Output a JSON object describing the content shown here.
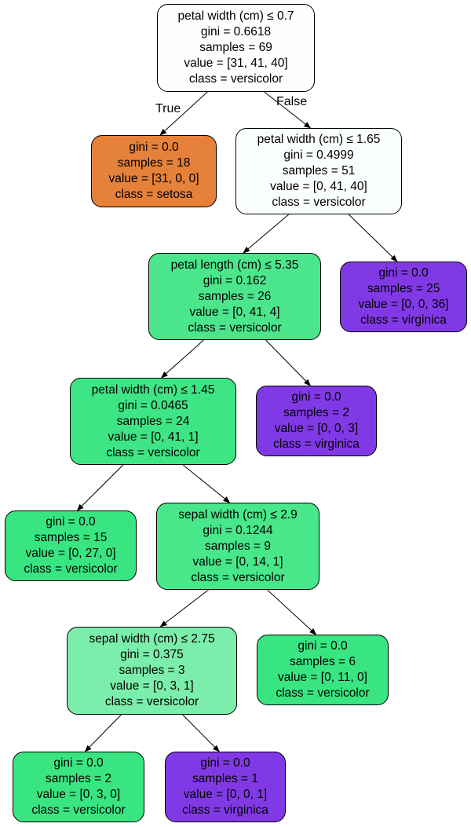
{
  "colors": {
    "white": "#fefefe",
    "setosa": "#e6813a",
    "versicolor_full": "#39e581",
    "versicolor_mid": "#48e58a",
    "versicolor_light": "#7ceeab",
    "virginica": "#8139e5"
  },
  "edge_labels": {
    "true": "True",
    "false": "False"
  },
  "nodes": [
    {
      "lines": [
        "petal width (cm) ≤ 0.7",
        "gini = 0.6618",
        "samples = 69",
        "value = [31, 41, 40]",
        "class = versicolor"
      ],
      "color": "#fefefe"
    },
    {
      "lines": [
        "gini = 0.0",
        "samples = 18",
        "value = [31, 0, 0]",
        "class = setosa"
      ],
      "color": "#e6813a"
    },
    {
      "lines": [
        "petal width (cm) ≤ 1.65",
        "gini = 0.4999",
        "samples = 51",
        "value = [0, 41, 40]",
        "class = versicolor"
      ],
      "color": "#fafefc"
    },
    {
      "lines": [
        "petal length (cm) ≤ 5.35",
        "gini = 0.162",
        "samples = 26",
        "value = [0, 41, 4]",
        "class = versicolor"
      ],
      "color": "#4be68b"
    },
    {
      "lines": [
        "gini = 0.0",
        "samples = 25",
        "value = [0, 0, 36]",
        "class = virginica"
      ],
      "color": "#8139e5"
    },
    {
      "lines": [
        "petal width (cm) ≤ 1.45",
        "gini = 0.0465",
        "samples = 24",
        "value = [0, 41, 1]",
        "class = versicolor"
      ],
      "color": "#3ee584"
    },
    {
      "lines": [
        "gini = 0.0",
        "samples = 2",
        "value = [0, 0, 3]",
        "class = virginica"
      ],
      "color": "#8139e5"
    },
    {
      "lines": [
        "gini = 0.0",
        "samples = 15",
        "value = [0, 27, 0]",
        "class = versicolor"
      ],
      "color": "#39e581"
    },
    {
      "lines": [
        "sepal width (cm) ≤ 2.9",
        "gini = 0.1244",
        "samples = 9",
        "value = [0, 14, 1]",
        "class = versicolor"
      ],
      "color": "#47e78a"
    },
    {
      "lines": [
        "sepal width (cm) ≤ 2.75",
        "gini = 0.375",
        "samples = 3",
        "value = [0, 3, 1]",
        "class = versicolor"
      ],
      "color": "#7beeab"
    },
    {
      "lines": [
        "gini = 0.0",
        "samples = 6",
        "value = [0, 11, 0]",
        "class = versicolor"
      ],
      "color": "#39e581"
    },
    {
      "lines": [
        "gini = 0.0",
        "samples = 2",
        "value = [0, 3, 0]",
        "class = versicolor"
      ],
      "color": "#39e581"
    },
    {
      "lines": [
        "gini = 0.0",
        "samples = 1",
        "value = [0, 0, 1]",
        "class = virginica"
      ],
      "color": "#8139e5"
    }
  ],
  "edges": [
    [
      0,
      1
    ],
    [
      0,
      2
    ],
    [
      2,
      3
    ],
    [
      2,
      4
    ],
    [
      3,
      5
    ],
    [
      3,
      6
    ],
    [
      5,
      7
    ],
    [
      5,
      8
    ],
    [
      8,
      9
    ],
    [
      8,
      10
    ],
    [
      9,
      11
    ],
    [
      9,
      12
    ]
  ]
}
